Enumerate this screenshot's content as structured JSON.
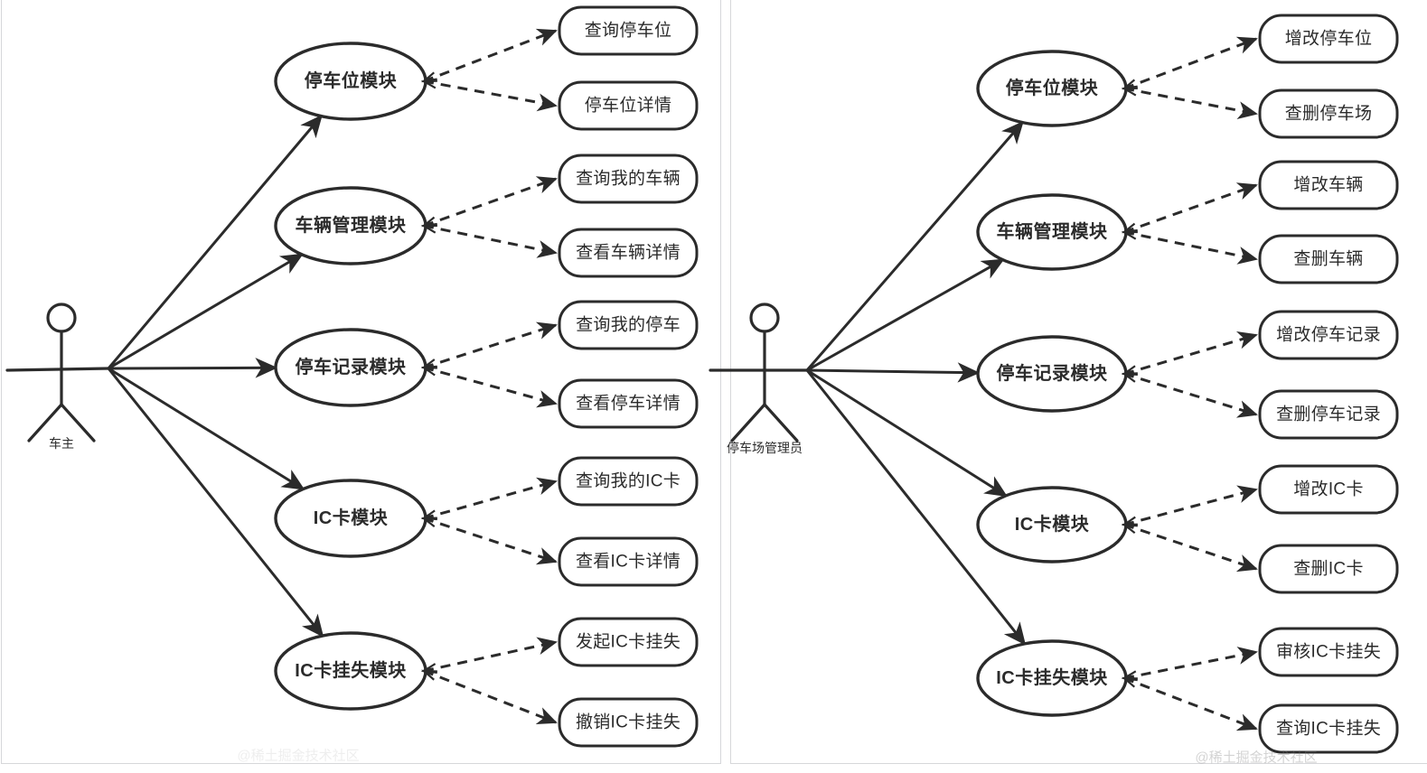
{
  "diagram": {
    "type": "uml-use-case-diagram",
    "watermark": "@稀土掘金技术社区",
    "colors": {
      "stroke": "#2b2b2b",
      "panel_border": "#d6d7da",
      "background": "#ffffff",
      "text": "#2b2b2b"
    },
    "panels": [
      {
        "id": "car-owner-panel",
        "actor": {
          "name": "车主"
        },
        "modules": [
          {
            "name": "停车位模块",
            "use_cases": [
              "查询停车位",
              "停车位详情"
            ]
          },
          {
            "name": "车辆管理模块",
            "use_cases": [
              "查询我的车辆",
              "查看车辆详情"
            ]
          },
          {
            "name": "停车记录模块",
            "use_cases": [
              "查询我的停车",
              "查看停车详情"
            ]
          },
          {
            "name": "IC卡模块",
            "use_cases": [
              "查询我的IC卡",
              "查看IC卡详情"
            ]
          },
          {
            "name": "IC卡挂失模块",
            "use_cases": [
              "发起IC卡挂失",
              "撤销IC卡挂失"
            ]
          }
        ]
      },
      {
        "id": "parking-admin-panel",
        "actor": {
          "name": "停车场管理员"
        },
        "modules": [
          {
            "name": "停车位模块",
            "use_cases": [
              "增改停车位",
              "查删停车场"
            ]
          },
          {
            "name": "车辆管理模块",
            "use_cases": [
              "增改车辆",
              "查删车辆"
            ]
          },
          {
            "name": "停车记录模块",
            "use_cases": [
              "增改停车记录",
              "查删停车记录"
            ]
          },
          {
            "name": "IC卡模块",
            "use_cases": [
              "增改IC卡",
              "查删IC卡"
            ]
          },
          {
            "name": "IC卡挂失模块",
            "use_cases": [
              "审核IC卡挂失",
              "查询IC卡挂失"
            ]
          }
        ]
      }
    ]
  }
}
